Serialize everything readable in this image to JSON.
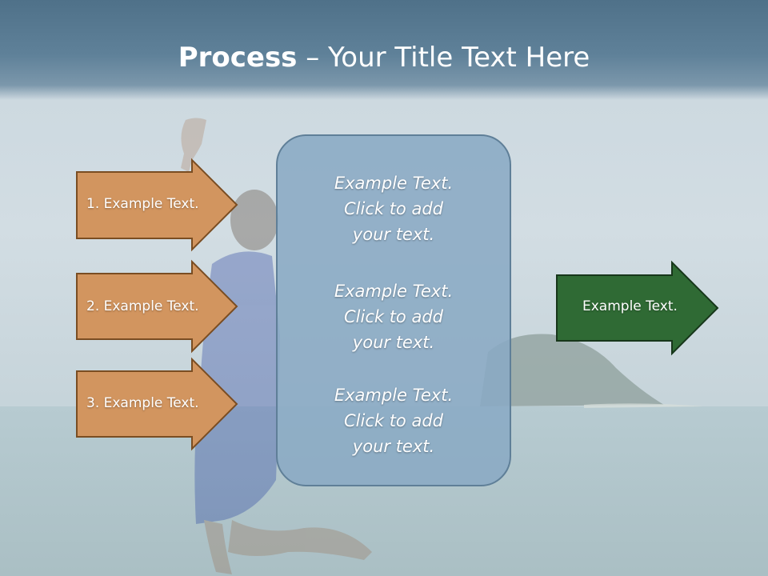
{
  "title": {
    "bold": "Process",
    "rest": " – Your Title Text Here"
  },
  "inputs": [
    {
      "label": "1. Example Text."
    },
    {
      "label": "2. Example Text."
    },
    {
      "label": "3. Example Text."
    }
  ],
  "center_box": {
    "blocks": [
      {
        "text": "Example Text.\nClick  to add\nyour text."
      },
      {
        "text": "Example Text.\nClick  to add\nyour text."
      },
      {
        "text": "Example Text.\nClick  to add\nyour text."
      }
    ]
  },
  "output": {
    "label": "Example Text."
  },
  "colors": {
    "input_arrow_fill": "#d2955f",
    "input_arrow_stroke": "#7a4d22",
    "output_arrow_fill": "#2f6a34",
    "output_arrow_stroke": "#17361a",
    "center_box_fill": "#8aaac4",
    "title_band": "#56788f"
  }
}
